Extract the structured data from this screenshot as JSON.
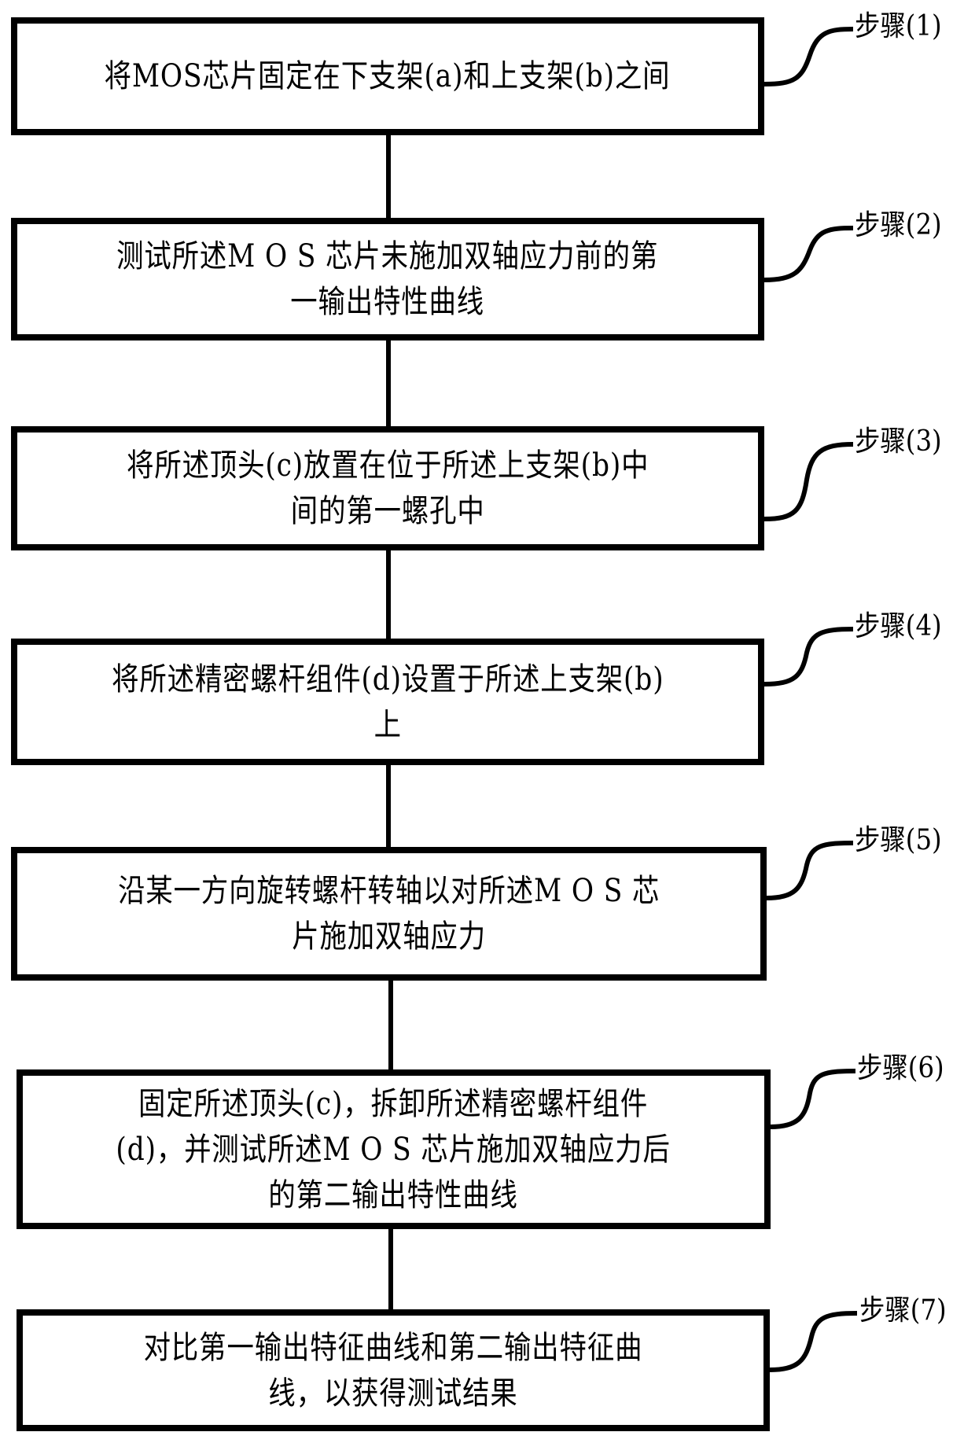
{
  "diagram": {
    "type": "flowchart",
    "steps": [
      {
        "label": "步骤(1)",
        "text": "将MOS芯片固定在下支架(a)和上支架(b)之间"
      },
      {
        "label": "步骤(2)",
        "text": "测试所述M O S 芯片未施加双轴应力前的第\n一输出特性曲线"
      },
      {
        "label": "步骤(3)",
        "text": "将所述顶头(c)放置在位于所述上支架(b)中\n间的第一螺孔中"
      },
      {
        "label": "步骤(4)",
        "text": "将所述精密螺杆组件(d)设置于所述上支架(b)\n上"
      },
      {
        "label": "步骤(5)",
        "text": "沿某一方向旋转螺杆转轴以对所述M O S 芯\n片施加双轴应力"
      },
      {
        "label": "步骤(6)",
        "text": "固定所述顶头(c)，拆卸所述精密螺杆组件\n(d)，并测试所述M O S 芯片施加双轴应力后\n的第二输出特性曲线"
      },
      {
        "label": "步骤(7)",
        "text": "对比第一输出特征曲线和第二输出特征曲\n线，以获得测试结果"
      }
    ],
    "colors": {
      "line": "#000000",
      "background": "#ffffff"
    }
  }
}
